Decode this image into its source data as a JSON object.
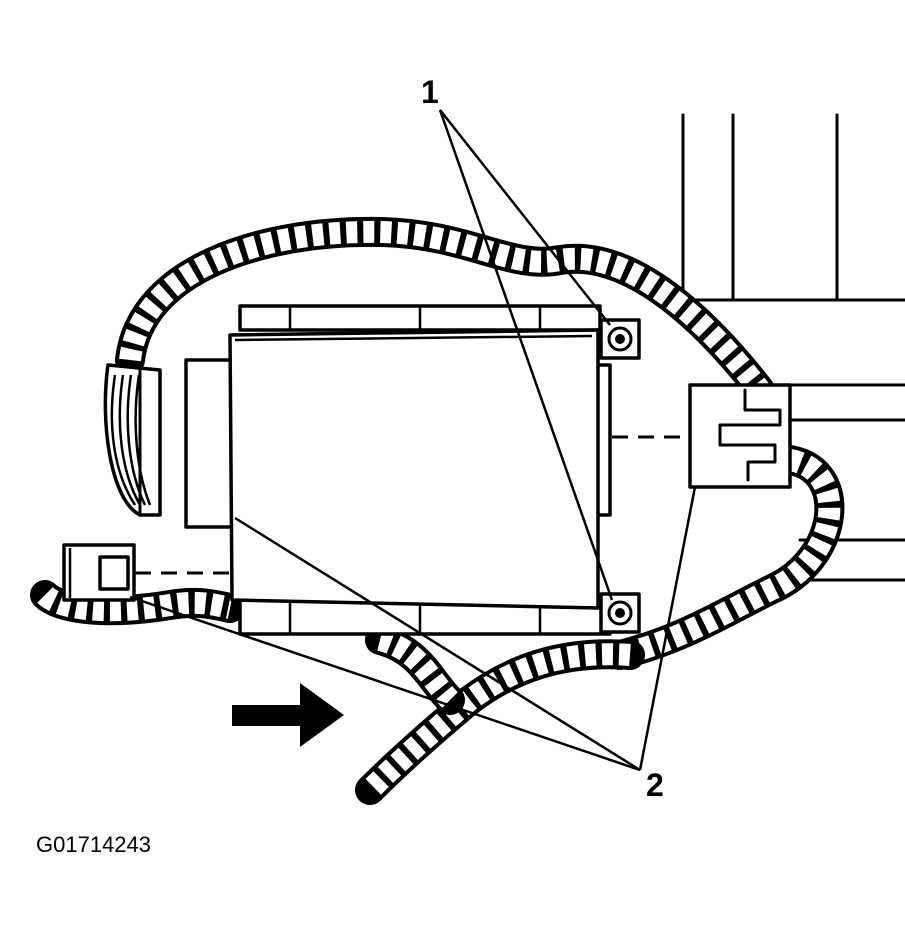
{
  "callouts": {
    "label_1": "1",
    "label_2": "2"
  },
  "figure_id": "G01714243",
  "icons": {
    "direction_arrow": "arrow-right-icon",
    "fasteners": "nut-icon"
  }
}
